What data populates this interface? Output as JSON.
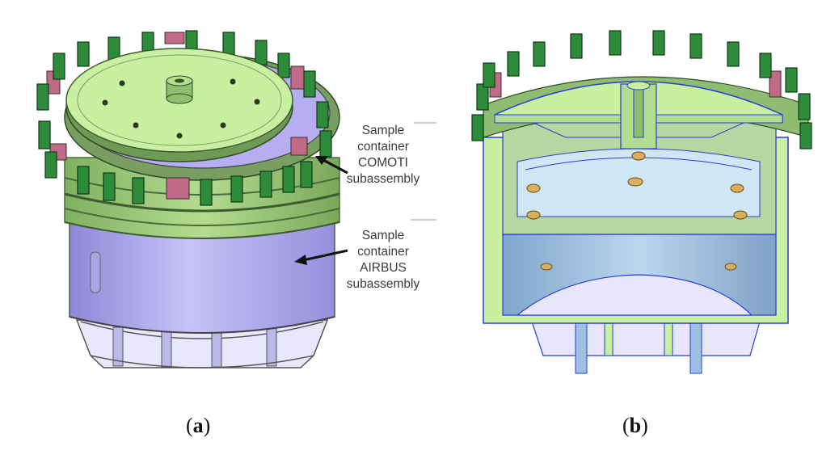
{
  "callouts": {
    "comoti": [
      "Sample",
      "container",
      "COMOTI",
      "subassembly"
    ],
    "airbus": [
      "Sample",
      "container",
      "AIRBUS",
      "subassembly"
    ]
  },
  "captions": {
    "a": {
      "open": "(",
      "letter": "a",
      "close": ")"
    },
    "b": {
      "open": "(",
      "letter": "b",
      "close": ")"
    }
  },
  "colors": {
    "cover_green": "#c8f0a0",
    "ring_green": "#a6cf82",
    "tab_green": "#2e8b3a",
    "clip_pink": "#c06a88",
    "container_lavender": "#b3aef0",
    "cutaway_blue": "#9dbfe0",
    "outline_blue": "#2a3bd8",
    "brass": "#d8b060"
  }
}
